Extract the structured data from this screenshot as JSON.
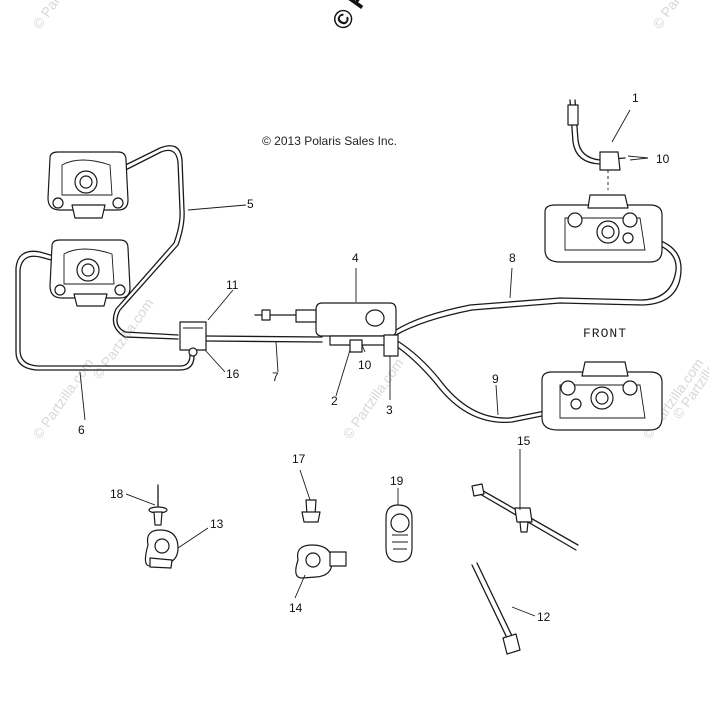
{
  "diagram": {
    "copyright": "© 2013 Polaris Sales Inc.",
    "front_label": "FRONT",
    "top_mark": "© Pa",
    "watermark": "© Partzilla.com",
    "callouts": [
      "1",
      "2",
      "3",
      "4",
      "5",
      "6",
      "7",
      "8",
      "9",
      "10",
      "10",
      "11",
      "12",
      "13",
      "14",
      "15",
      "16",
      "17",
      "18",
      "19"
    ]
  }
}
